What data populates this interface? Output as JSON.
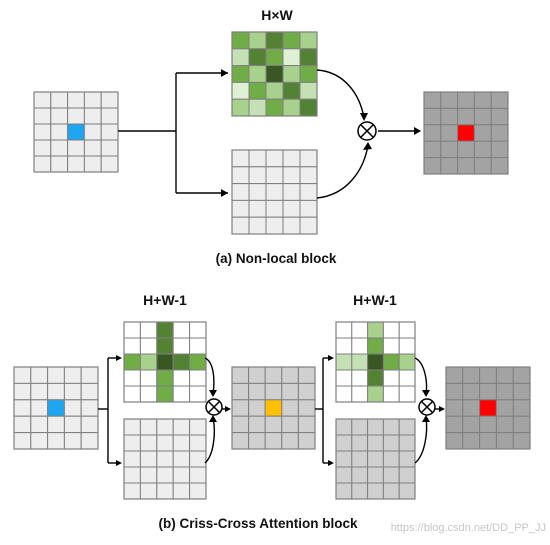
{
  "section_a": {
    "dim_label": "H×W",
    "caption": "(a) Non-local block"
  },
  "section_b": {
    "dim_label_1": "H+W-1",
    "dim_label_2": "H+W-1",
    "caption": "(b) Criss-Cross Attention block"
  },
  "watermark": "https://blog.csdn.net/DD_PP_JJ",
  "colors": {
    "input_cell": "#1ea7f0",
    "output_cell": "#ff0000",
    "intermediate_cell": "#ffc000",
    "line": "#000000"
  },
  "grid_size": 5
}
